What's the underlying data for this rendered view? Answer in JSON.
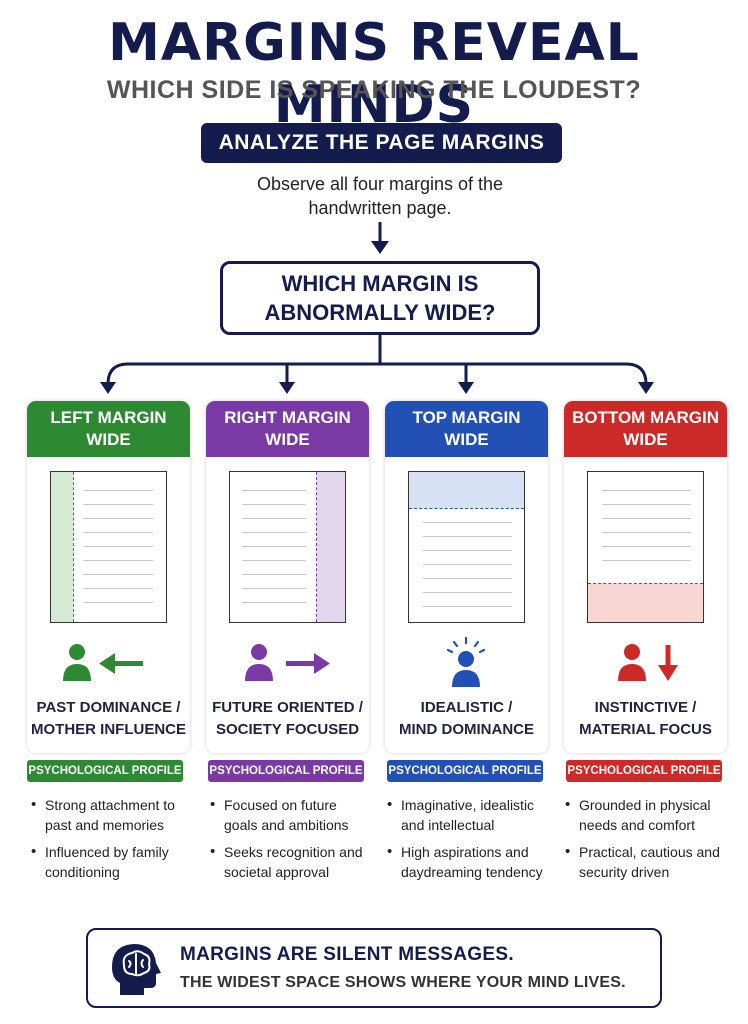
{
  "title": "MARGINS REVEAL MINDS",
  "subtitle": "WHICH SIDE IS SPEAKING THE LOUDEST?",
  "step1": {
    "label": "ANALYZE THE PAGE MARGINS",
    "description_line1": "Observe all four margins of the",
    "description_line2": "handwritten page."
  },
  "question": {
    "line1": "WHICH MARGIN IS",
    "line2": "ABNORMALLY WIDE?"
  },
  "cards": [
    {
      "id": "left",
      "heading_line1": "LEFT MARGIN",
      "heading_line2": "WIDE",
      "color": "#2e8a32",
      "shade": "#d5ead2",
      "icon": "person-arrow-left-icon",
      "result_line1": "PAST DOMINANCE /",
      "result_line2": "MOTHER INFLUENCE",
      "profile_label": "PSYCHOLOGICAL PROFILE",
      "traits": [
        "Strong attachment to past and memories",
        "Influenced by family conditioning"
      ]
    },
    {
      "id": "right",
      "heading_line1": "RIGHT MARGIN",
      "heading_line2": "WIDE",
      "color": "#7a3aa6",
      "shade": "#e3d7ee",
      "icon": "person-arrow-right-icon",
      "result_line1": "FUTURE ORIENTED /",
      "result_line2": "SOCIETY FOCUSED",
      "profile_label": "PSYCHOLOGICAL PROFILE",
      "traits": [
        "Focused on future goals and ambitions",
        "Seeks recognition and societal approval"
      ]
    },
    {
      "id": "top",
      "heading_line1": "TOP MARGIN",
      "heading_line2": "WIDE",
      "color": "#2350b5",
      "shade": "#d6e1f3",
      "icon": "person-radiating-icon",
      "result_line1": "IDEALISTIC /",
      "result_line2": "MIND DOMINANCE",
      "profile_label": "PSYCHOLOGICAL PROFILE",
      "traits": [
        "Imaginative, idealistic and intellectual",
        "High aspirations and daydreaming tendency"
      ]
    },
    {
      "id": "bottom",
      "heading_line1": "BOTTOM MARGIN",
      "heading_line2": "WIDE",
      "color": "#cc2a28",
      "shade": "#f8d6d3",
      "icon": "person-arrow-down-icon",
      "result_line1": "INSTINCTIVE /",
      "result_line2": "MATERIAL FOCUS",
      "profile_label": "PSYCHOLOGICAL PROFILE",
      "traits": [
        "Grounded in physical needs and comfort",
        "Practical, cautious and security driven"
      ]
    }
  ],
  "footer": {
    "icon": "head-brain-icon",
    "title": "MARGINS ARE SILENT MESSAGES.",
    "subtitle": "THE WIDEST SPACE SHOWS WHERE YOUR MIND LIVES."
  },
  "colors": {
    "navy": "#141b4d"
  }
}
